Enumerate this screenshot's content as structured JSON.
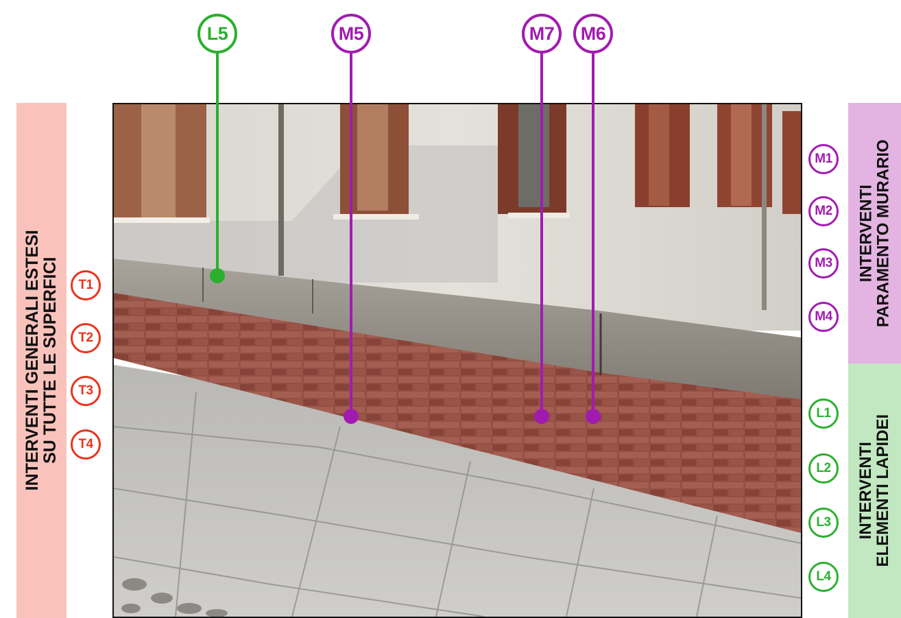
{
  "colors": {
    "red": "#e8341c",
    "purple": "#a11bb0",
    "green": "#2bb02e",
    "band_left": "#f9c3bc",
    "band_right_top": "#e3b4e1",
    "band_right_bottom": "#c1e8c1"
  },
  "left_band": {
    "line1": "INTERVENTI GENERALI ESTESI",
    "line2": "SU TUTTE LE SUPERFICI"
  },
  "right_band_top": {
    "line1": "INTERVENTI",
    "line2": "PARAMENTO MURARIO"
  },
  "right_band_bottom": {
    "line1": "INTERVENTI",
    "line2": "ELEMENTI LAPIDEI"
  },
  "general_codes": [
    "T1",
    "T2",
    "T3",
    "T4"
  ],
  "wall_codes": [
    "M1",
    "M2",
    "M3",
    "M4"
  ],
  "stone_codes": [
    "L1",
    "L2",
    "L3",
    "L4"
  ],
  "callouts": [
    {
      "label": "L5",
      "color": "green"
    },
    {
      "label": "M5",
      "color": "purple"
    },
    {
      "label": "M7",
      "color": "purple"
    },
    {
      "label": "M6",
      "color": "purple"
    }
  ]
}
